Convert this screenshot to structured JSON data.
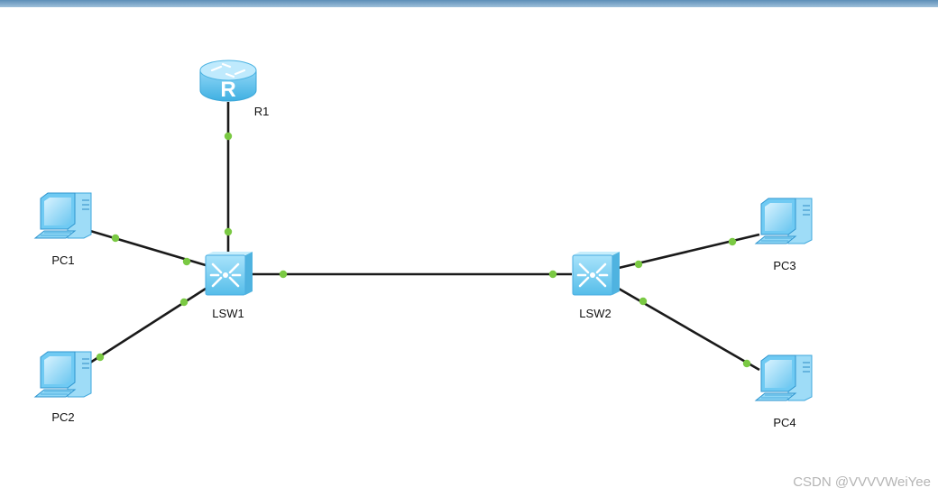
{
  "window": {
    "title_bar_color": "#7aa6c9"
  },
  "topology": {
    "link_color": "#1a1a1a",
    "port_color": "#7ac943",
    "device_color": "#6fc8f2",
    "devices": [
      {
        "id": "R1",
        "label": "R1",
        "type": "router",
        "icon": "router-icon"
      },
      {
        "id": "LSW1",
        "label": "LSW1",
        "type": "switch",
        "icon": "switch-icon"
      },
      {
        "id": "LSW2",
        "label": "LSW2",
        "type": "switch",
        "icon": "switch-icon"
      },
      {
        "id": "PC1",
        "label": "PC1",
        "type": "pc",
        "icon": "pc-icon"
      },
      {
        "id": "PC2",
        "label": "PC2",
        "type": "pc",
        "icon": "pc-icon"
      },
      {
        "id": "PC3",
        "label": "PC3",
        "type": "pc",
        "icon": "pc-icon"
      },
      {
        "id": "PC4",
        "label": "PC4",
        "type": "pc",
        "icon": "pc-icon"
      }
    ],
    "links": [
      {
        "from": "R1",
        "to": "LSW1"
      },
      {
        "from": "PC1",
        "to": "LSW1"
      },
      {
        "from": "PC2",
        "to": "LSW1"
      },
      {
        "from": "LSW1",
        "to": "LSW2"
      },
      {
        "from": "LSW2",
        "to": "PC3"
      },
      {
        "from": "LSW2",
        "to": "PC4"
      }
    ]
  },
  "watermark": "CSDN @VVVVWeiYee"
}
